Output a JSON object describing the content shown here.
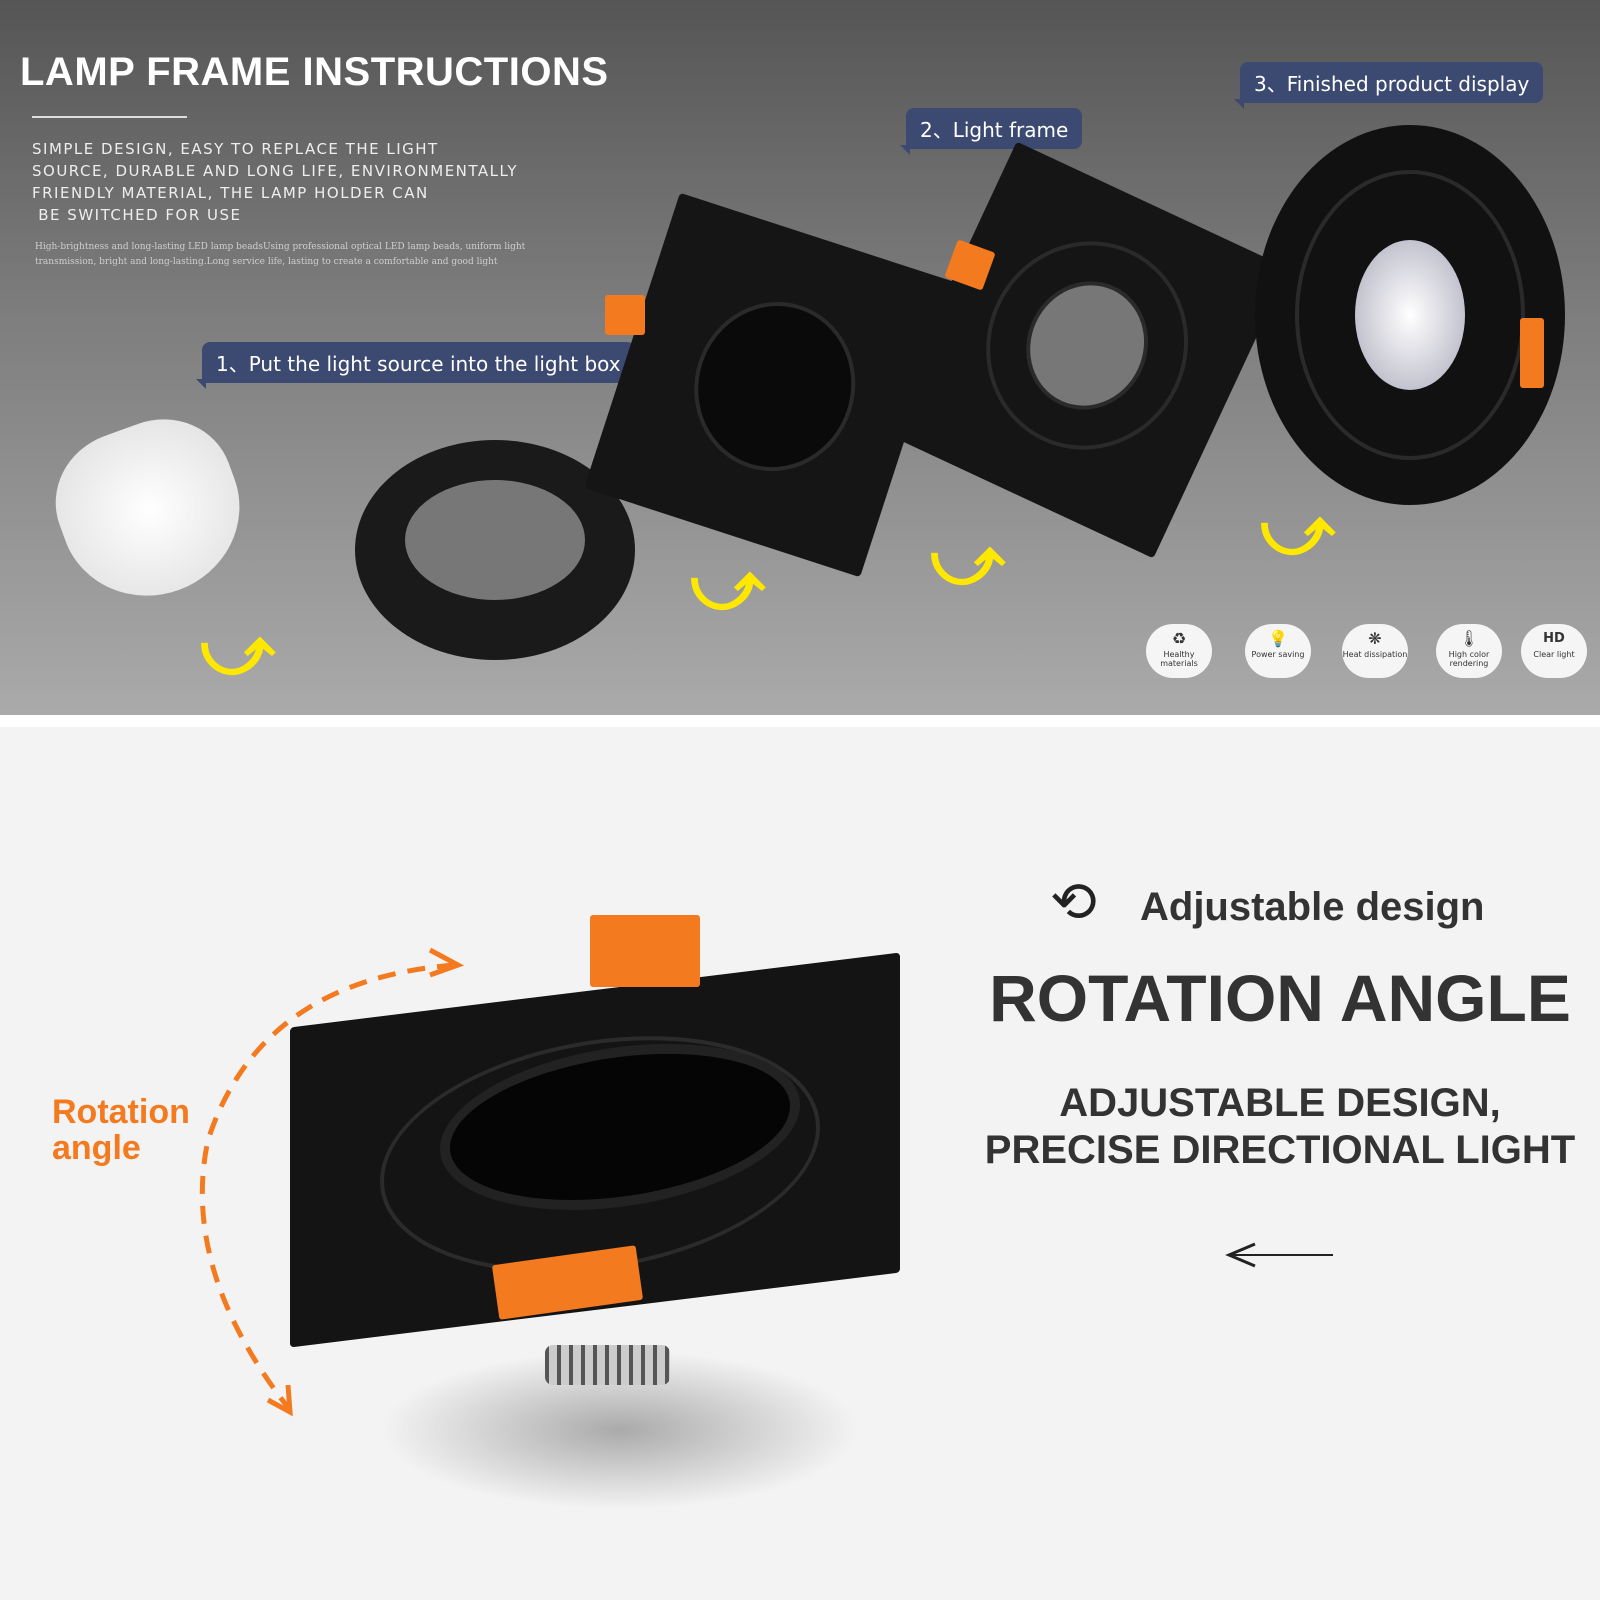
{
  "header": {
    "title": "LAMP FRAME INSTRUCTIONS",
    "description": "SIMPLE DESIGN, EASY TO REPLACE THE LIGHT\nSOURCE, DURABLE AND LONG LIFE, ENVIRONMENTALLY\nFRIENDLY MATERIAL, THE LAMP HOLDER CAN\n BE SWITCHED FOR USE",
    "small_text": "High-brightness and long-lasting LED lamp beadsUsing professional optical LED lamp beads, uniform light transmission, bright and long-lasting.Long service life, lasting to create a comfortable and good light"
  },
  "steps": [
    {
      "label": "1、Put the light source into the light box"
    },
    {
      "label": "2、Light frame"
    },
    {
      "label": "3、Finished product display"
    }
  ],
  "features": [
    {
      "icon": "recycle-icon",
      "glyph": "♻",
      "label": "Healthy materials"
    },
    {
      "icon": "bulb-icon",
      "glyph": "💡",
      "label": "Power saving"
    },
    {
      "icon": "fan-icon",
      "glyph": "❋",
      "label": "Heat dissipation"
    },
    {
      "icon": "thermometer-icon",
      "glyph": "🌡",
      "label": "High color rendering"
    },
    {
      "icon": "hd-icon",
      "glyph": "HD",
      "label": "Clear light"
    }
  ],
  "rotation": {
    "subtitle": "Adjustable design",
    "title": "ROTATION ANGLE",
    "tagline": "ADJUSTABLE DESIGN,\nPRECISE DIRECTIONAL LIGHT",
    "label": "Rotation\nangle"
  },
  "colors": {
    "accent": "#f47a20",
    "tag_bg": "#3c4a72",
    "arrow": "#ffe800"
  }
}
